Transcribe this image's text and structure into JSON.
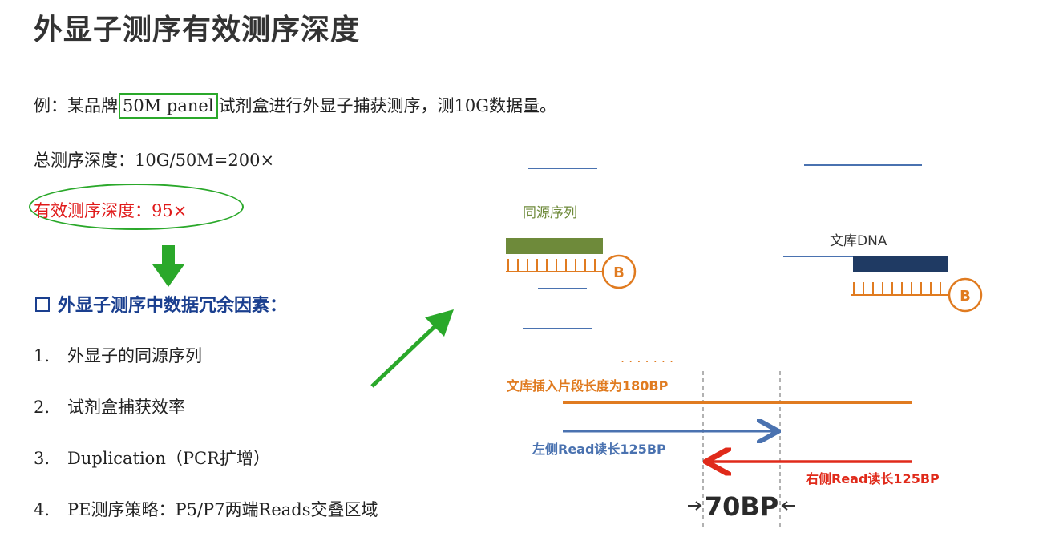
{
  "title": "外显子测序有效测序深度",
  "example": {
    "prefix": "例：某品牌",
    "boxed": "50M panel",
    "suffix": "试剂盒进行外显子捕获测序，测10G数据量。"
  },
  "total_depth": "总测序深度：10G/50M=200×",
  "effective_depth": "有效测序深度：95×",
  "section_title": "外显子测序中数据冗余因素：",
  "factors": [
    {
      "num": "1.",
      "text": "外显子的同源序列"
    },
    {
      "num": "2.",
      "text": "试剂盒捕获效率"
    },
    {
      "num": "3.",
      "text": "Duplication（PCR扩增）"
    },
    {
      "num": "4.",
      "text": "PE测序策略：P5/P7两端Reads交叠区域"
    }
  ],
  "diagram": {
    "homologous_label": "同源序列",
    "library_dna_label": "文库DNA",
    "bead_label": "B",
    "dots": ". . . . . . .",
    "insert_label": "文库插入片段长度为180BP",
    "left_read_label": "左侧Read读长125BP",
    "right_read_label": "右侧Read读长125BP",
    "overlap_label": "70BP",
    "colors": {
      "orange": "#e07b20",
      "blue": "#4a72b0",
      "red": "#e02a1a",
      "olive": "#6e8a3a",
      "navy": "#1f3a63",
      "green": "#2aa82a"
    }
  }
}
